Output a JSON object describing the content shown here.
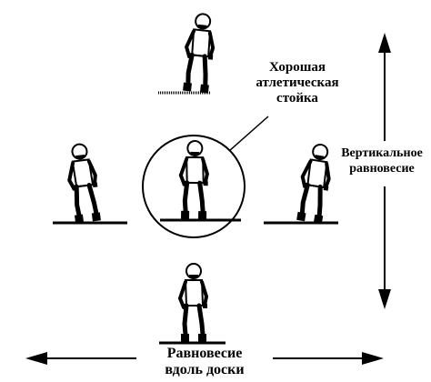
{
  "labels": {
    "good_stance": [
      "Хорошая",
      "атлетическая",
      "стойка"
    ],
    "vertical_balance": [
      "Вертикальное",
      "равновесие"
    ],
    "board_balance": [
      "Равновесие",
      "вдоль доски"
    ]
  },
  "figures": [
    {
      "id": "figure-top",
      "lean": "back"
    },
    {
      "id": "figure-left",
      "lean": "forward"
    },
    {
      "id": "figure-center",
      "lean": "neutral"
    },
    {
      "id": "figure-right",
      "lean": "crouch"
    },
    {
      "id": "figure-bottom",
      "lean": "upright"
    }
  ],
  "colors": {
    "ink": "#000000",
    "background": "#ffffff"
  }
}
